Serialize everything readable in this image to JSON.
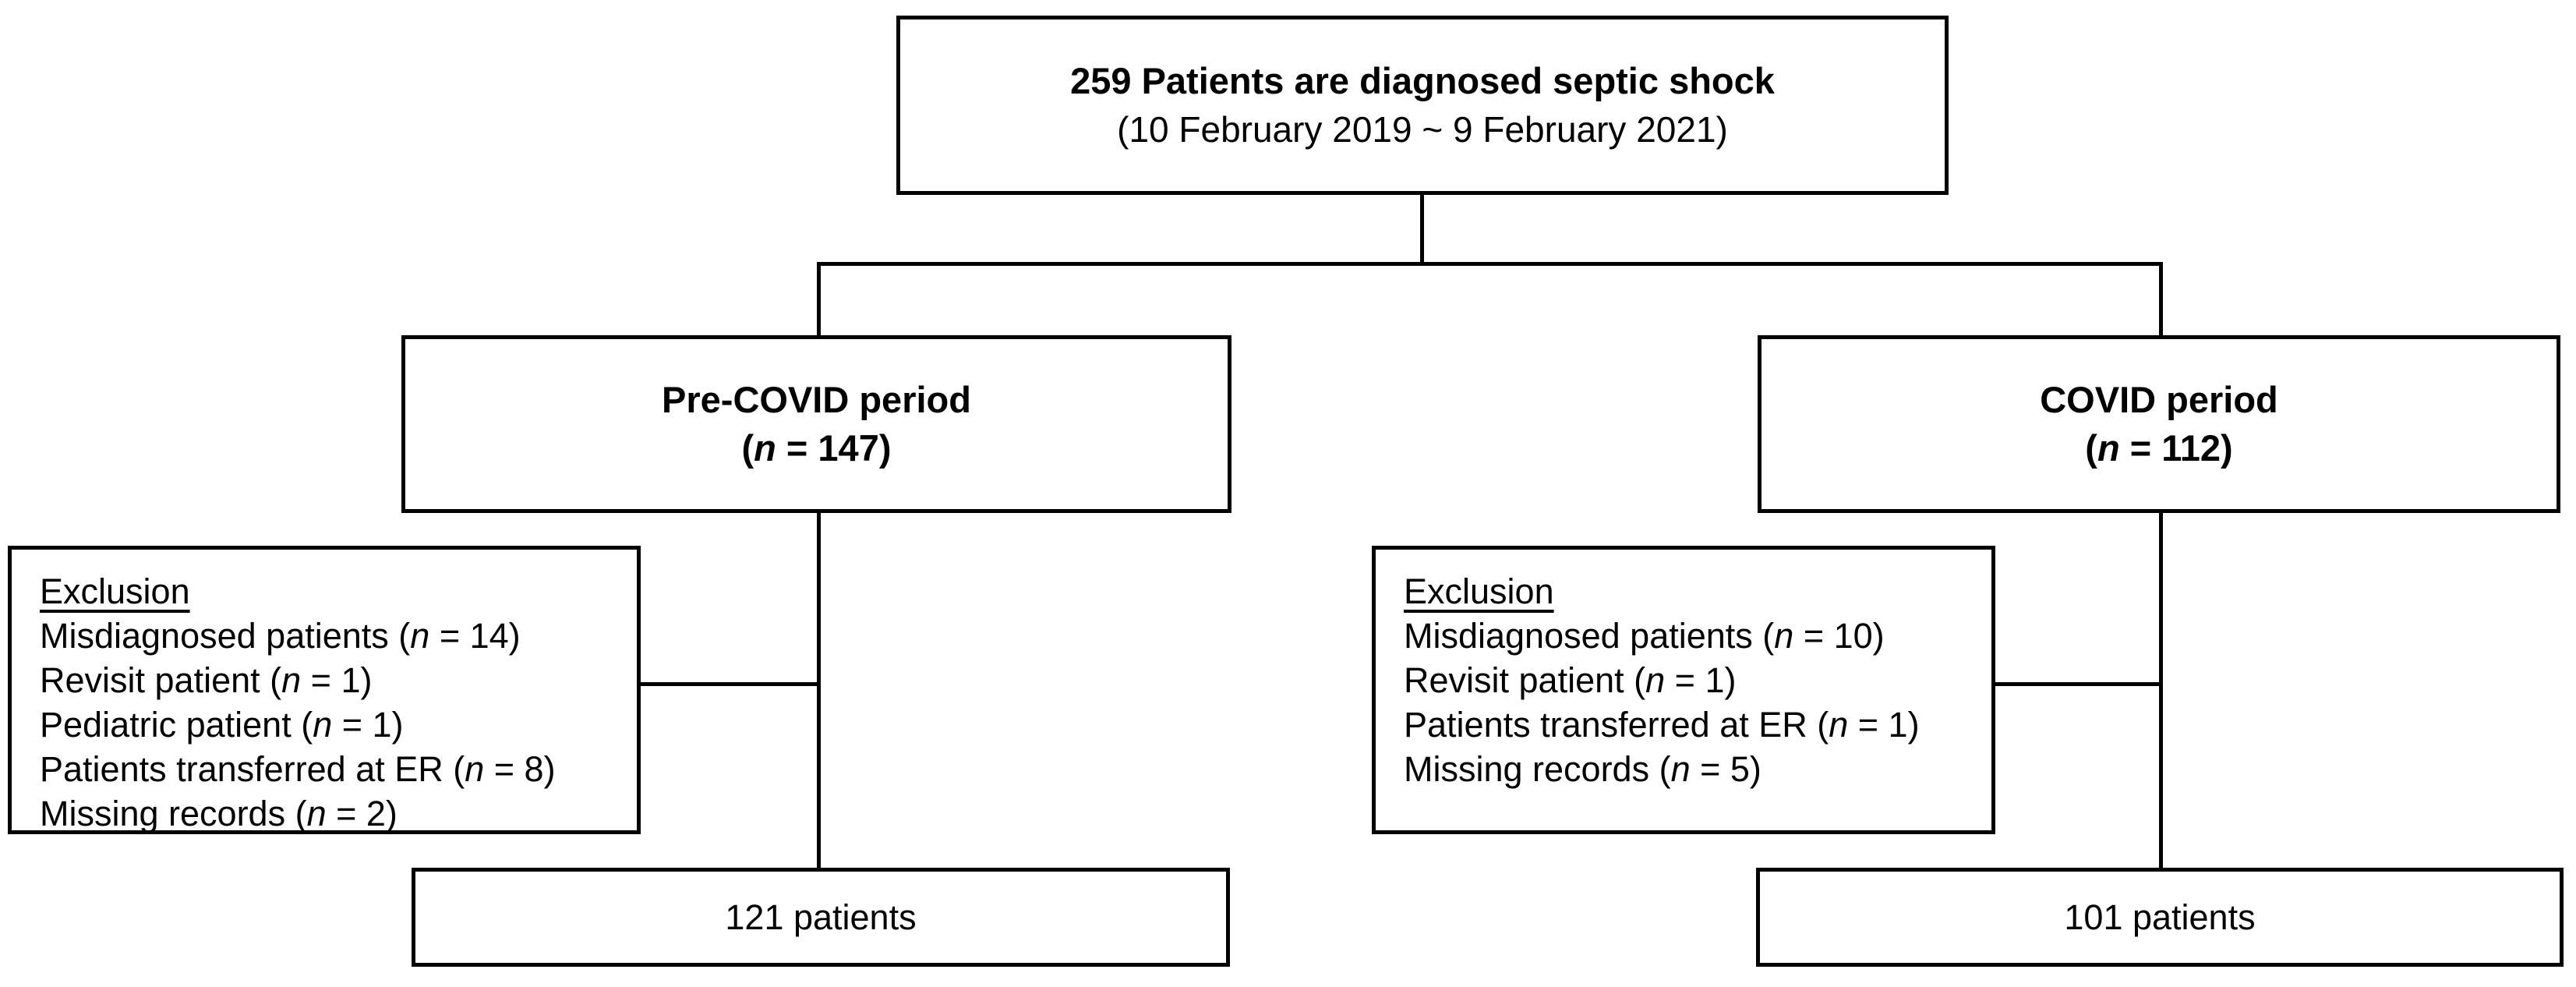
{
  "top_box": {
    "line1": "259 Patients are diagnosed septic shock",
    "line2": "(10 February 2019 ~ 9 February 2021)"
  },
  "branches": {
    "left": {
      "period_box": {
        "title": "Pre-COVID period",
        "n_pre": "(",
        "n_var": "n",
        "n_post": " = 147)"
      },
      "exclusion_box": {
        "heading": "Exclusion",
        "items": [
          {
            "pre": "Misdiagnosed patients (",
            "var": "n",
            "post": " = 14)"
          },
          {
            "pre": "Revisit patient (",
            "var": "n",
            "post": " = 1)"
          },
          {
            "pre": "Pediatric patient (",
            "var": "n",
            "post": " = 1)"
          },
          {
            "pre": "Patients transferred at ER (",
            "var": "n",
            "post": " = 8)"
          },
          {
            "pre": "Missing records (",
            "var": "n",
            "post": " = 2)"
          }
        ]
      },
      "result_box": {
        "label": "121 patients"
      }
    },
    "right": {
      "period_box": {
        "title": "COVID period",
        "n_pre": "(",
        "n_var": "n",
        "n_post": " = 112)"
      },
      "exclusion_box": {
        "heading": "Exclusion",
        "items": [
          {
            "pre": "Misdiagnosed patients (",
            "var": "n",
            "post": " = 10)"
          },
          {
            "pre": "Revisit patient (",
            "var": "n",
            "post": " = 1)"
          },
          {
            "pre": "Patients transferred at ER (",
            "var": "n",
            "post": " = 1)"
          },
          {
            "pre": "Missing records (",
            "var": "n",
            "post": " = 5)"
          }
        ]
      },
      "result_box": {
        "label": "101 patients"
      }
    }
  },
  "colors": {
    "line": "#000000",
    "background": "#ffffff",
    "text": "#000000"
  }
}
